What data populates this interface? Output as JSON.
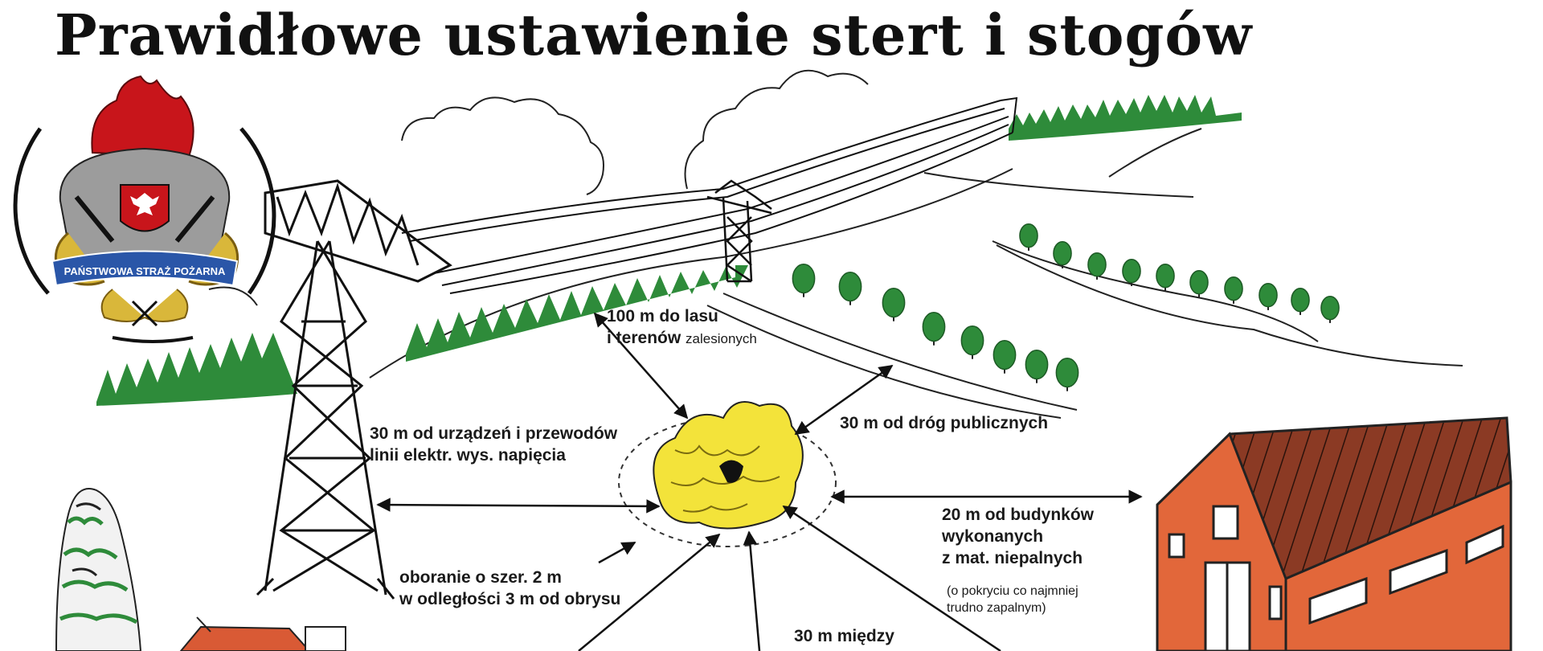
{
  "title": "Prawidłowe ustawienie stert i stogów",
  "logo": {
    "icon": "psp-emblem-icon",
    "text": "PAŃSTWOWA STRAŻ POŻARNA"
  },
  "labels": {
    "forest": {
      "line1": "100 m do lasu",
      "line2_prefix": "i terenów ",
      "line2_suffix": "zalesionych"
    },
    "roads": {
      "line1": "30 m od dróg publicznych"
    },
    "power": {
      "line1": "30 m od urządzeń i przewodów",
      "line2": "linii elektr. wys. napięcia"
    },
    "buildings": {
      "line1": "20 m od budynków",
      "line2": "wykonanych",
      "line3": "z mat. niepalnych",
      "note1": "(o pokryciu co najmniej",
      "note2": "trudno zapalnym)"
    },
    "plowing": {
      "line1": "oboranie o szer. 2 m",
      "line2": "w odległości 3 m od obrysu"
    },
    "between": {
      "line1": "30 m między"
    }
  },
  "colors": {
    "forest_green": "#2e8b3a",
    "hay_yellow": "#f3e33a",
    "building_orange": "#e2673a",
    "roof_brown": "#8b3a24",
    "flame_red": "#c8151b",
    "badge_blue": "#2a56a8",
    "wreath_gold": "#d9b73a"
  }
}
